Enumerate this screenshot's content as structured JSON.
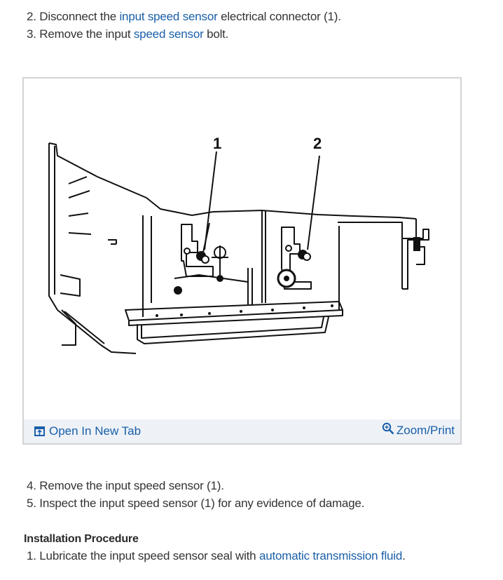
{
  "steps_before": [
    {
      "number": "2.",
      "parts": [
        {
          "text": " Disconnect the ",
          "link": false
        },
        {
          "text": "input speed sensor",
          "link": true
        },
        {
          "text": " electrical connector (1).",
          "link": false
        }
      ]
    },
    {
      "number": "3.",
      "parts": [
        {
          "text": " Remove the input ",
          "link": false
        },
        {
          "text": "speed sensor",
          "link": true
        },
        {
          "text": " bolt.",
          "link": false
        }
      ]
    }
  ],
  "figure": {
    "callouts": [
      "1",
      "2"
    ],
    "open_new_tab_label": "Open In New Tab",
    "open_new_tab_icon": "open-new-tab-icon",
    "zoom_print_label": "Zoom/Print",
    "zoom_print_icon": "zoom-in-icon"
  },
  "steps_after": [
    {
      "number": "4.",
      "text": " Remove the input speed sensor (1)."
    },
    {
      "number": "5.",
      "text": " Inspect the input speed sensor (1) for any evidence of damage."
    }
  ],
  "installation": {
    "heading": "Installation Procedure",
    "step1": {
      "number": "1.",
      "text_before": " Lubricate the input speed sensor seal with ",
      "link": "automatic transmission fluid",
      "text_after": "."
    }
  },
  "colors": {
    "link": "#1a5fa8",
    "text": "#333333",
    "footer_bg": "#eef2f7",
    "border": "#d4d4d4"
  }
}
